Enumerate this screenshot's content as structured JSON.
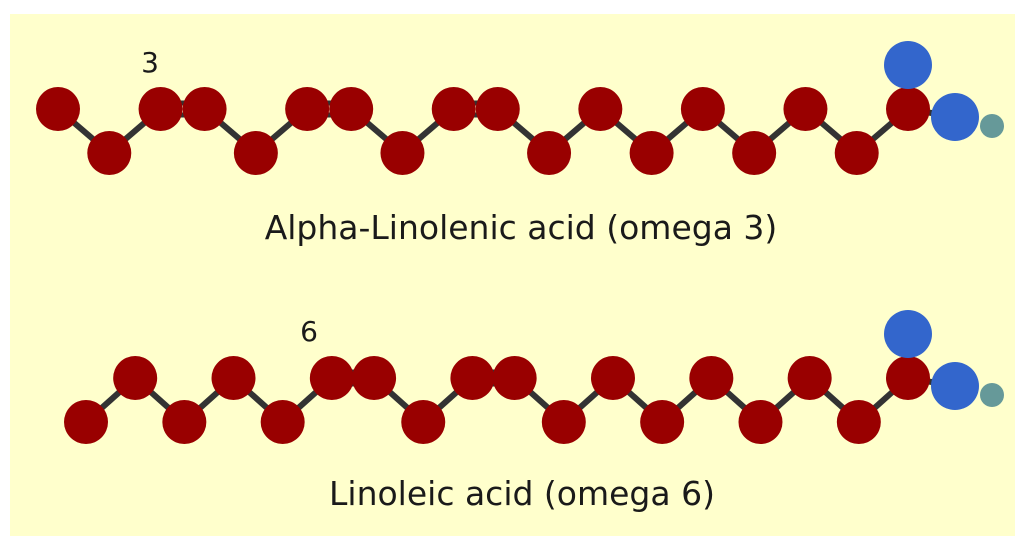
{
  "colors": {
    "background": "#ffffcc",
    "carbon": "#990000",
    "oxygen": "#3366cc",
    "hydrogen": "#669999",
    "bond": "#333333"
  },
  "molecules": [
    {
      "caption": "Alpha-Linolenic acid (omega 3)",
      "omega_label": "3",
      "carbon_count": 18,
      "double_bonds_from_omega_end": [
        3,
        6,
        9
      ]
    },
    {
      "caption": "Linoleic acid (omega 6)",
      "omega_label": "6",
      "carbon_count": 18,
      "double_bonds_from_omega_end": [
        6,
        9
      ]
    }
  ]
}
